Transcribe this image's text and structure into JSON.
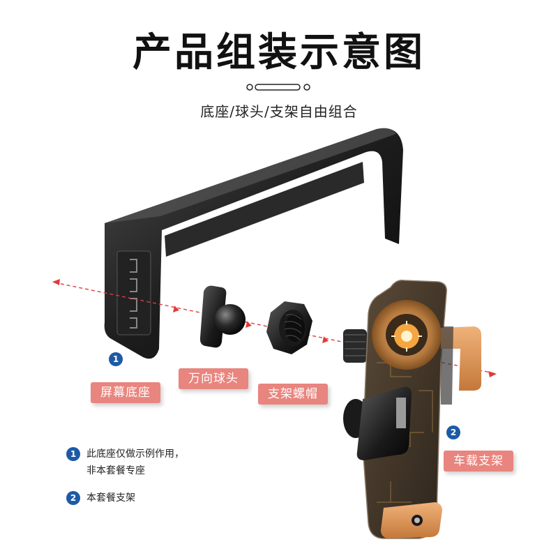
{
  "title": "产品组装示意图",
  "subtitle": "底座/球头/支架自由组合",
  "labels": {
    "base": "屏幕底座",
    "ball_head": "万向球头",
    "nut": "支架螺帽",
    "holder": "车载支架"
  },
  "markers": {
    "base": "1",
    "holder": "2"
  },
  "notes": [
    {
      "num": "1",
      "line1": "此底座仅做示例作用，",
      "line2": "非本套餐专座"
    },
    {
      "num": "2",
      "line1": "本套餐支架",
      "line2": ""
    }
  ],
  "colors": {
    "accent_pink": "#e8857e",
    "marker_blue": "#1d5aa6",
    "guide_red": "#e23b3b",
    "orange_panel": "#d9955a"
  }
}
